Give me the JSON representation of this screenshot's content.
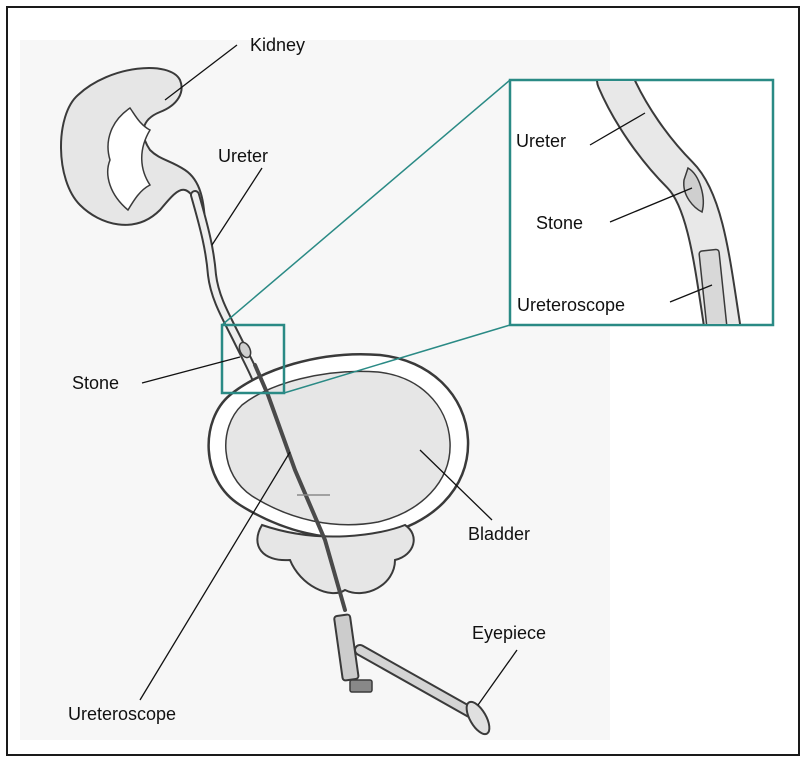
{
  "labels": {
    "kidney": "Kidney",
    "ureter": "Ureter",
    "stone": "Stone",
    "bladder": "Bladder",
    "ureteroscope": "Ureteroscope",
    "eyepiece": "Eyepiece"
  },
  "inset": {
    "ureter": "Ureter",
    "stone": "Stone",
    "ureteroscope": "Ureteroscope"
  },
  "colors": {
    "highlight_box": "#2a8a85",
    "tissue_fill": "#e6e6e6",
    "outline": "#3a3a3a"
  }
}
